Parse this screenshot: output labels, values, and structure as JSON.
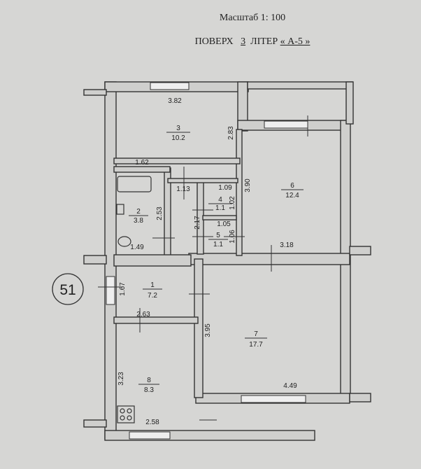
{
  "header": {
    "scale": "Масштаб 1: 100",
    "floor_label": "ПОВЕРХ",
    "floor_number": "3",
    "letter_label": "ЛІТЕР",
    "letter_value": "« А-5 »"
  },
  "apartment_number": "51",
  "rooms": [
    {
      "num": "1",
      "area": "7.2"
    },
    {
      "num": "2",
      "area": "3.8"
    },
    {
      "num": "3",
      "area": "10.2"
    },
    {
      "num": "4",
      "area": "1.1"
    },
    {
      "num": "5",
      "area": "1.1"
    },
    {
      "num": "6",
      "area": "12.4"
    },
    {
      "num": "7",
      "area": "17.7"
    },
    {
      "num": "8",
      "area": "8.3"
    }
  ],
  "dimensions": {
    "r3_width": "3.82",
    "r3_height": "2.83",
    "r6_height": "3.90",
    "r6_width": "3.18",
    "r2_top": "1.62",
    "r2_height": "2.53",
    "r2_width": "1.49",
    "corridor_width": "1.13",
    "corridor_height": "2.17",
    "r4_width": "1.09",
    "r4_height": "1.02",
    "r5_width": "1.05",
    "r5_height": "1.06",
    "r1_height": "1.67",
    "r1_width": "2.63",
    "r7_height": "3.95",
    "r7_width": "4.49",
    "r8_height": "3.23",
    "r8_width": "2.58"
  }
}
